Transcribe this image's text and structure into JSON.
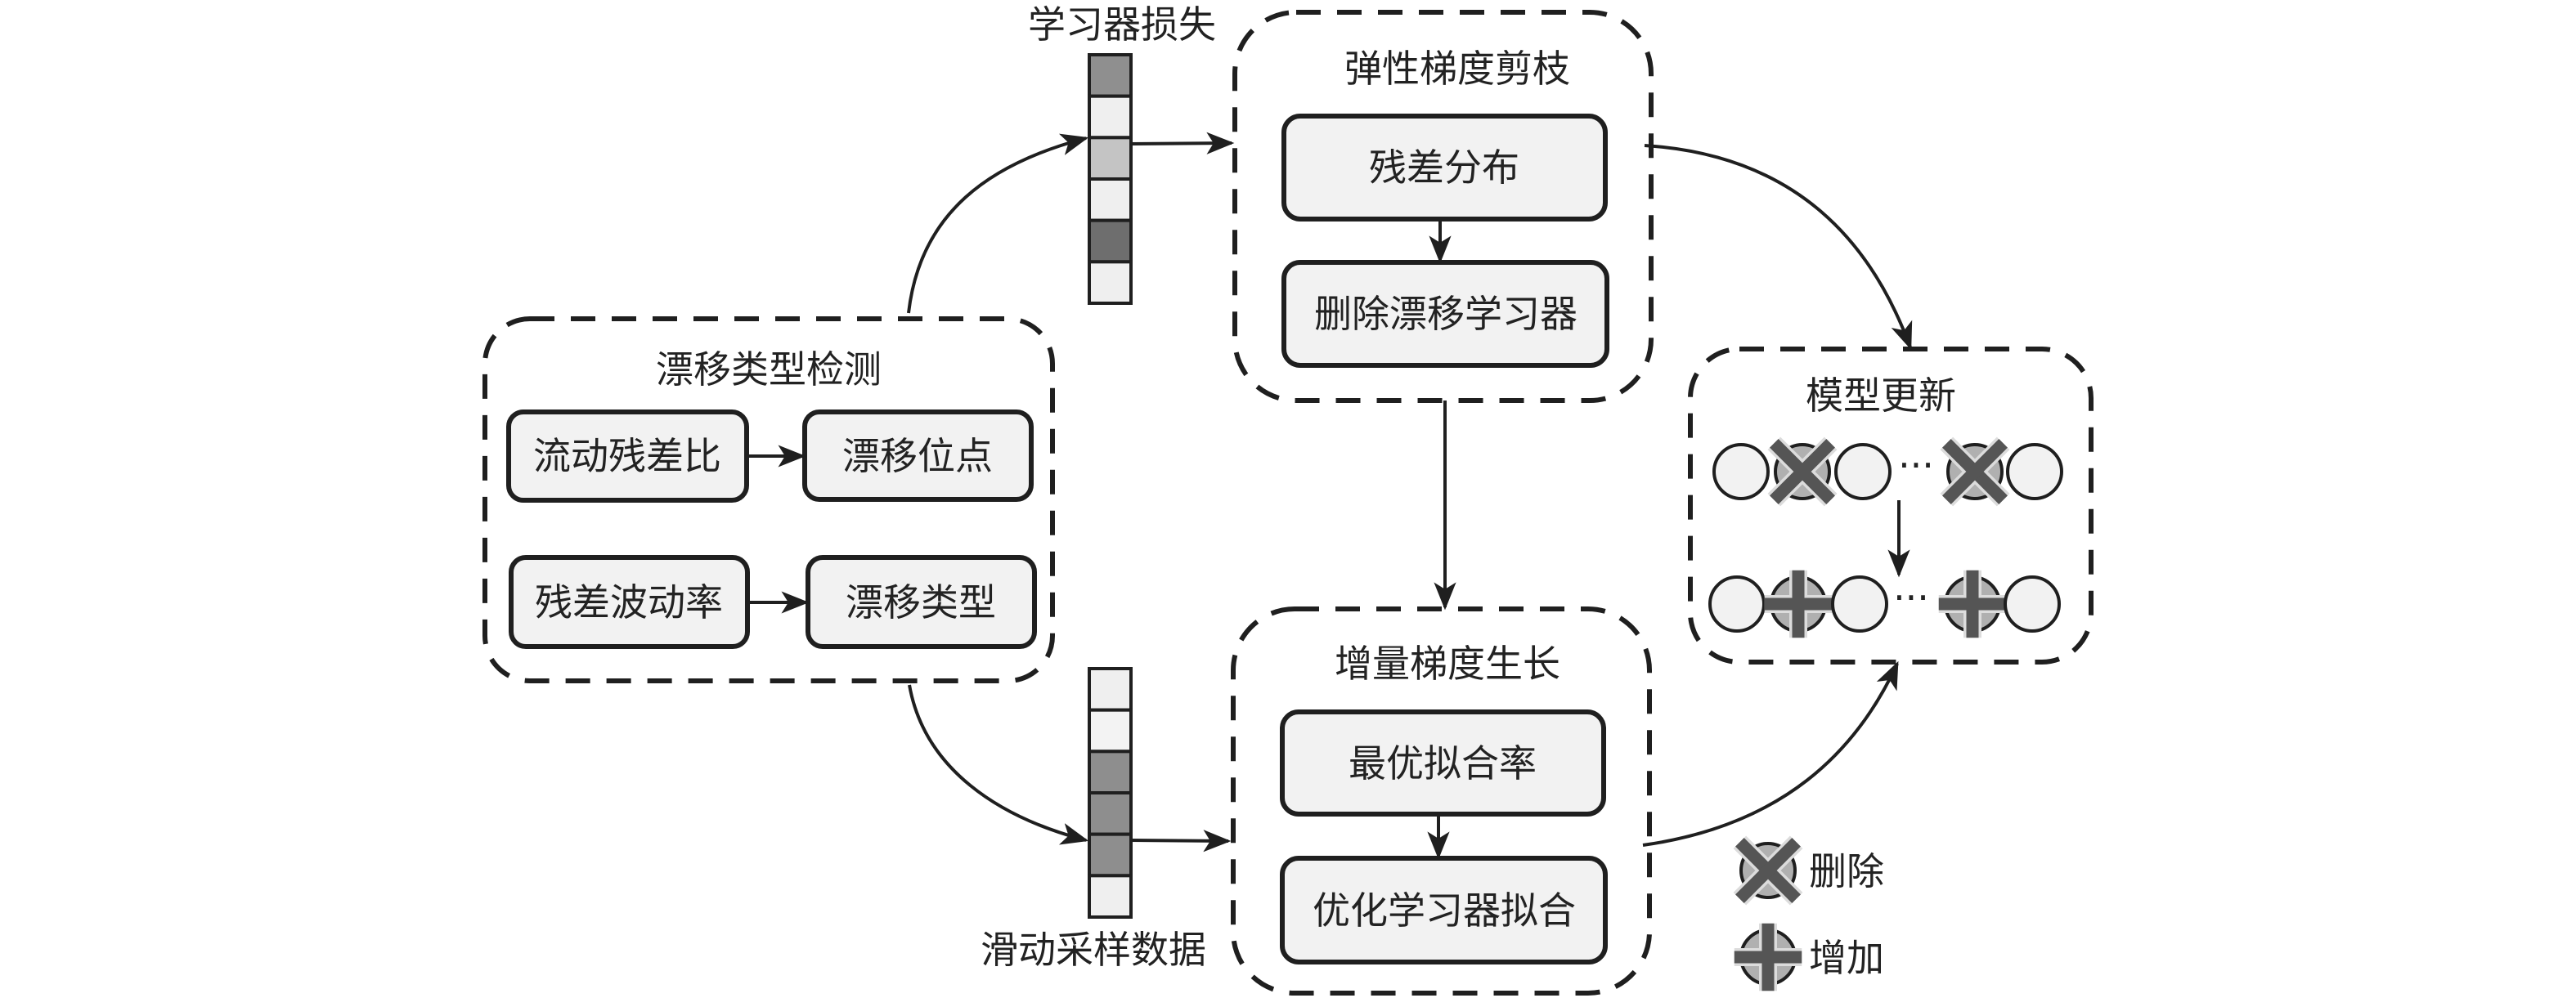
{
  "colors": {
    "stroke": "#1f1f1f",
    "node_fill": "#f2f2f2",
    "marked_fill": "#b0b0b0",
    "mark_glyph": "#555555",
    "mark_outline": "#dcdcdc"
  },
  "drift_detection": {
    "title": "漂移类型检测",
    "nodes": [
      "流动残差比",
      "漂移位点",
      "残差波动率",
      "漂移类型"
    ]
  },
  "learner_loss": {
    "label": "学习器损失",
    "cells": [
      "#8f8f8f",
      "#efefef",
      "#c4c4c4",
      "#efefef",
      "#6e6e6e",
      "#efefef"
    ]
  },
  "sliding_data": {
    "label": "滑动采样数据",
    "cells": [
      "#efefef",
      "#f3f3f3",
      "#8e8e8e",
      "#8e8e8e",
      "#8e8e8e",
      "#efefef"
    ]
  },
  "pruning": {
    "title": "弹性梯度剪枝",
    "nodes": [
      "残差分布",
      "删除漂移学习器"
    ]
  },
  "growth": {
    "title": "增量梯度生长",
    "nodes": [
      "最优拟合率",
      "优化学习器拟合"
    ]
  },
  "model_update": {
    "title": "模型更新",
    "ellipsis": "···",
    "row_delete": [
      "normal",
      "delete",
      "normal",
      "ellipsis",
      "delete",
      "normal"
    ],
    "row_add": [
      "normal",
      "add",
      "normal",
      "ellipsis",
      "add",
      "normal"
    ]
  },
  "legend": {
    "items": [
      {
        "icon": "delete-mark-icon",
        "label": "删除"
      },
      {
        "icon": "add-mark-icon",
        "label": "增加"
      }
    ]
  }
}
